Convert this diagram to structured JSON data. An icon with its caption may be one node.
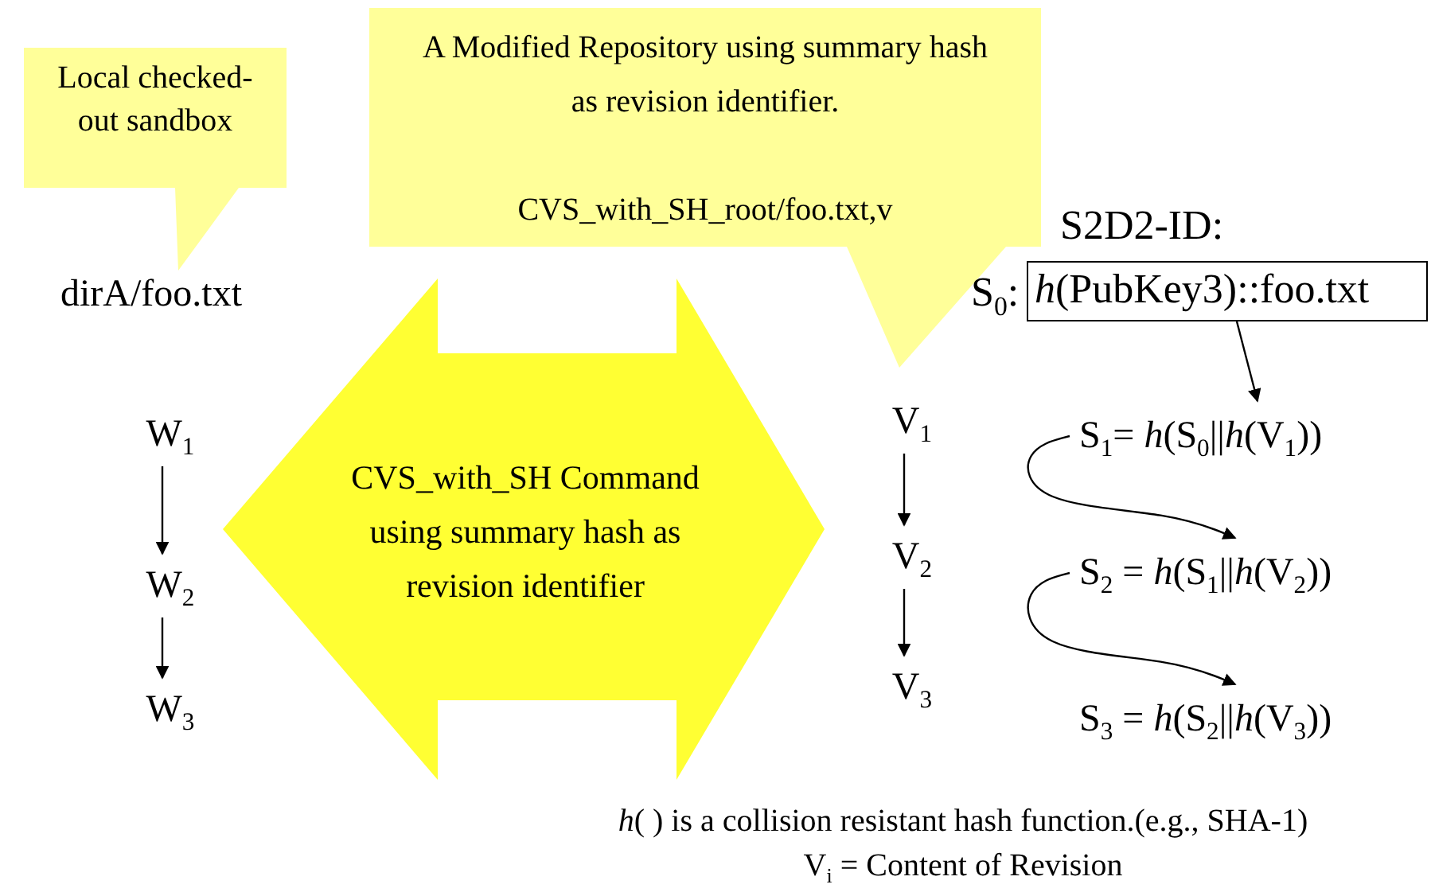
{
  "diagram": {
    "nodes": [
      {
        "text": [
          "Local checked-out sandbox"
        ]
      },
      {
        "text": [
          "A Modified Repository using summary hash as revision identifier.",
          "CVS_with_SH_root/foo.txt,v"
        ]
      },
      {
        "text": [
          "CVS_with_SH Command using summary hash as revision identifier"
        ]
      },
      {
        "text": [
          "W$_{1}$"
        ]
      },
      {
        "text": [
          "W$_{2}$"
        ]
      },
      {
        "text": [
          "W$_{3}$"
        ]
      },
      {
        "text": [
          "V$_{1}$"
        ]
      },
      {
        "text": [
          "V$_{2}$"
        ]
      },
      {
        "text": [
          "V$_{3}$"
        ]
      },
      {
        "text": [
          "S2D2-ID:",
          "*h*(PubKey3)::foo.txt"
        ],
        "beside": [
          "S$_{0}$:"
        ]
      },
      {
        "text": [
          "S$_{1}$= *h*(S$_{0}$||*h*(V$_{1}$))"
        ]
      },
      {
        "text": [
          "S$_{2}$ = *h*(S$_{1}$||*h*(V$_{2}$))"
        ]
      },
      {
        "text": [
          "S$_{3}$ = *h*(S$_{2}$||*h*(V$_{3}$))"
        ]
      }
    ],
    "edges": [
      {
        "from": 3,
        "to": 4,
        "arrow": "to"
      },
      {
        "from": 4,
        "to": 5,
        "arrow": "to"
      },
      {
        "from": 6,
        "to": 7,
        "arrow": "to"
      },
      {
        "from": 7,
        "to": 8,
        "arrow": "to"
      },
      {
        "from": 9,
        "to": 10,
        "arrow": "to"
      },
      {
        "from": 10,
        "to": 11,
        "arrow": "to"
      },
      {
        "from": 11,
        "to": 12,
        "arrow": "to"
      }
    ],
    "labels": [
      "dirA/foo.txt",
      "*h*( ) is a collision resistant hash function.(e.g., SHA-1)",
      "V$_{i}$ = Content of Revision"
    ]
  }
}
